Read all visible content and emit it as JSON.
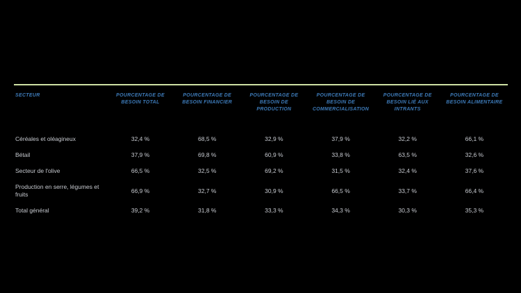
{
  "colors": {
    "background": "#000000",
    "top_rule": "#cfe2a5",
    "header_text": "#3d7ab8",
    "body_text": "#c7cad0"
  },
  "table": {
    "columns": [
      {
        "label": "SECTEUR"
      },
      {
        "label": "POURCENTAGE DE BESOIN TOTAL"
      },
      {
        "label": "POURCENTAGE DE BESOIN FINANCIER"
      },
      {
        "label": "POURCENTAGE DE BESOIN DE PRODUCTION"
      },
      {
        "label": "POURCENTAGE DE BESOIN DE COMMERCIALISATION"
      },
      {
        "label": "POURCENTAGE DE BESOIN LIÉ AUX INTRANTS"
      },
      {
        "label": "POURCENTAGE DE BESOIN ALIMENTAIRE"
      }
    ],
    "rows": [
      {
        "label": "Céréales et oléagineux",
        "values": [
          "32,4 %",
          "68,5 %",
          "32,9 %",
          "37,9 %",
          "32,2 %",
          "66,1 %"
        ]
      },
      {
        "label": "Bétail",
        "values": [
          "37,9 %",
          "69,8 %",
          "60,9 %",
          "33,8 %",
          "63,5 %",
          "32,6 %"
        ]
      },
      {
        "label": "Secteur de l'olive",
        "values": [
          "66,5 %",
          "32,5 %",
          "69,2 %",
          "31,5 %",
          "32,4 %",
          "37,6 %"
        ]
      },
      {
        "label": "Production en serre, légumes et fruits",
        "values": [
          "66,9 %",
          "32,7 %",
          "30,9 %",
          "66,5 %",
          "33,7 %",
          "66,4 %"
        ]
      },
      {
        "label": "Total général",
        "values": [
          "39,2 %",
          "31,8 %",
          "33,3 %",
          "34,3 %",
          "30,3 %",
          "35,3 %"
        ]
      }
    ]
  },
  "chart_data": {
    "type": "table",
    "title": "",
    "columns": [
      "Secteur",
      "Pourcentage de besoin total",
      "Pourcentage de besoin financier",
      "Pourcentage de besoin de production",
      "Pourcentage de besoin de commercialisation",
      "Pourcentage de besoin lié aux intrants",
      "Pourcentage de besoin alimentaire"
    ],
    "rows": [
      [
        "Céréales et oléagineux",
        32.4,
        68.5,
        32.9,
        37.9,
        32.2,
        66.1
      ],
      [
        "Bétail",
        37.9,
        69.8,
        60.9,
        33.8,
        63.5,
        32.6
      ],
      [
        "Secteur de l'olive",
        66.5,
        32.5,
        69.2,
        31.5,
        32.4,
        37.6
      ],
      [
        "Production en serre, légumes et fruits",
        66.9,
        32.7,
        30.9,
        66.5,
        33.7,
        66.4
      ],
      [
        "Total général",
        39.2,
        31.8,
        33.3,
        34.3,
        30.3,
        35.3
      ]
    ],
    "units": "%",
    "layout": {
      "background": "black",
      "top_rule": true,
      "grid": false
    }
  }
}
